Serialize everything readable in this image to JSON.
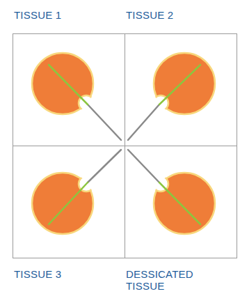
{
  "diagram": {
    "nodes": [
      {
        "text": [
          "TISSUE 1"
        ]
      },
      {
        "text": [
          "TISSUE 2"
        ]
      },
      {
        "text": [
          "TISSUE 3"
        ]
      },
      {
        "text": [
          "DESSICATED TISSUE"
        ]
      }
    ]
  }
}
